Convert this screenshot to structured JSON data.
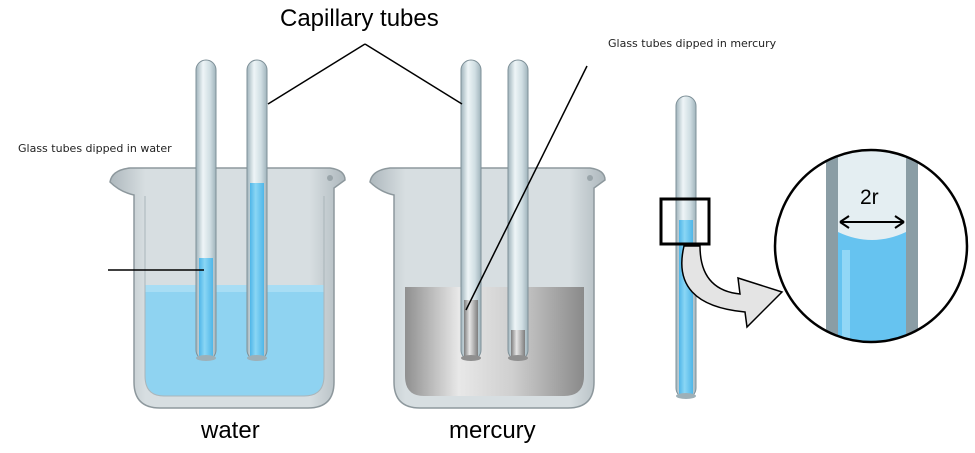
{
  "labels": {
    "capillary_tubes": "Capillary tubes",
    "glass_in_mercury": "Glass tubes dipped in mercury",
    "glass_in_water": "Glass tubes dipped in water",
    "water": "water",
    "mercury": "mercury",
    "radius": "2r"
  },
  "colors": {
    "water": "#7fcdef",
    "water_dark": "#5cbcec",
    "mercury": "#b9b9b9",
    "glass": "#c9d3d8",
    "tube_glass": "#cfe0e6",
    "outline": "#000000"
  }
}
